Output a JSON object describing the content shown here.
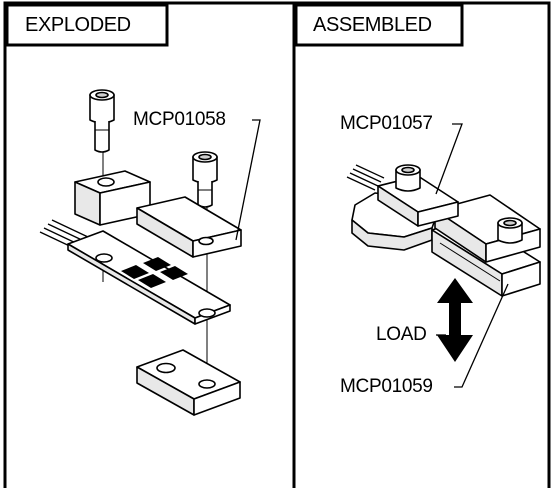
{
  "panels": {
    "exploded": {
      "title": "EXPLODED",
      "part_label": "MCP01058"
    },
    "assembled": {
      "title": "ASSEMBLED",
      "top_label": "MCP01057",
      "bottom_label": "MCP01059",
      "load_label": "LOAD"
    }
  },
  "colors": {
    "ink": "#000000",
    "paper": "#ffffff",
    "shade": "#e6e6e6",
    "arrow": "#000000"
  }
}
